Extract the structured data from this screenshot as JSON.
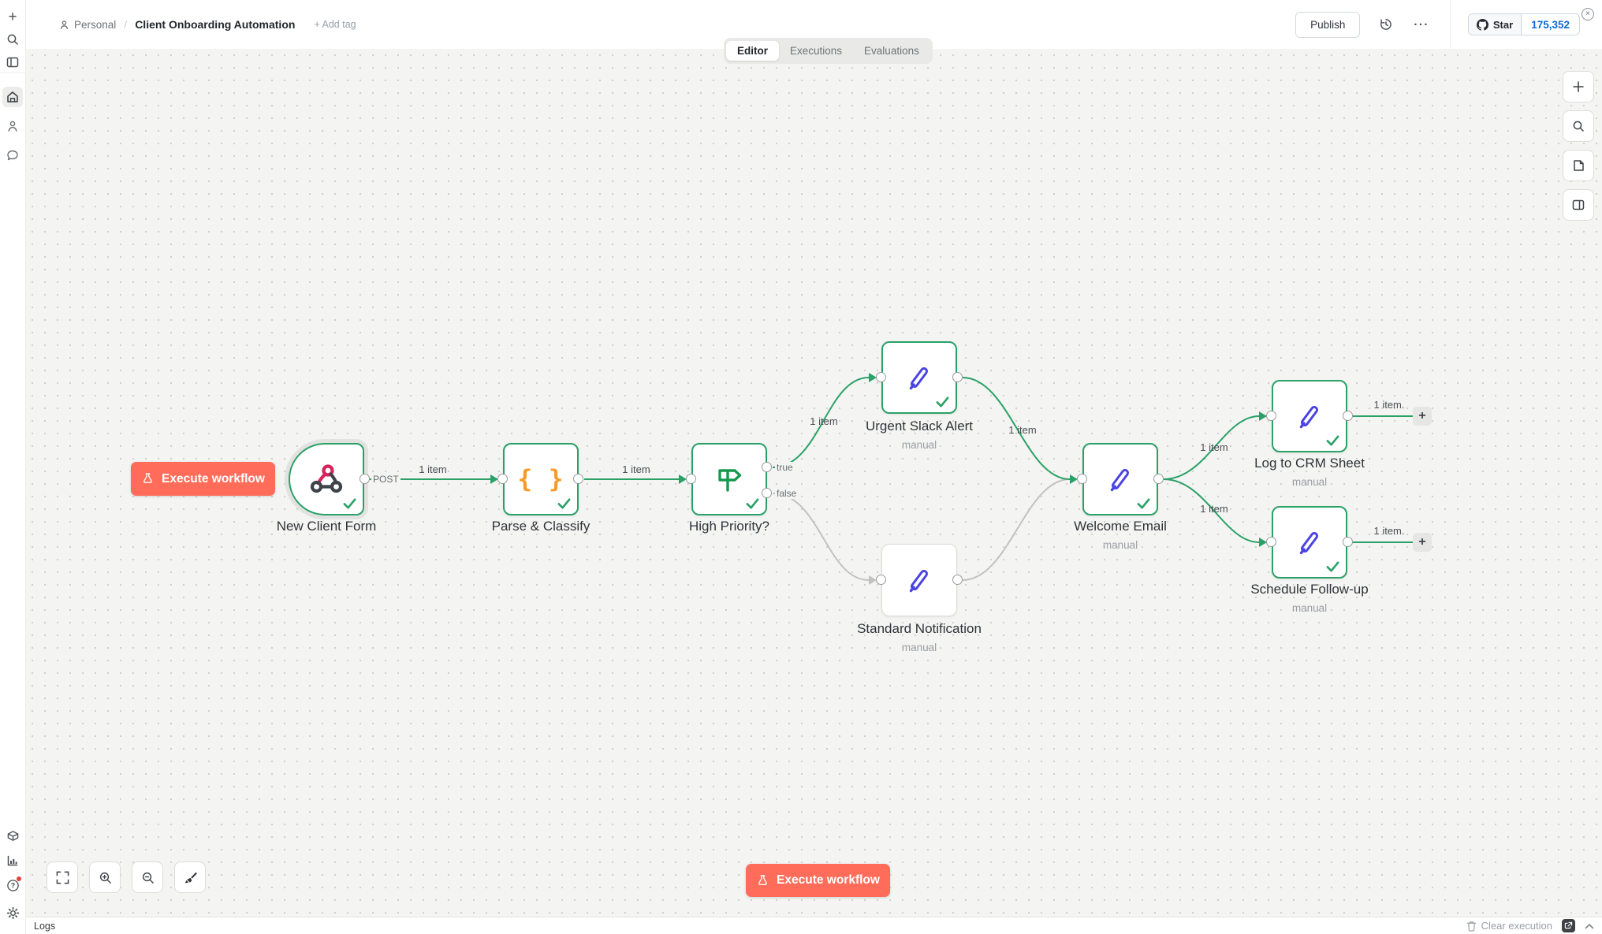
{
  "colors": {
    "accent": "#ff6d5a",
    "success": "#2ba168",
    "github_count_blue": "#0969da",
    "idle_edge_gray": "#c2c2c0"
  },
  "icons": {
    "code": "{ }",
    "more": "···",
    "help": "?",
    "plus": "+",
    "close": "×"
  },
  "header": {
    "breadcrumb": {
      "project": "Personal",
      "separator": "/",
      "title": "Client Onboarding Automation",
      "add_tag": "+ Add tag"
    },
    "publish_label": "Publish",
    "github": {
      "star_label": "Star",
      "star_count": "175,352"
    }
  },
  "tabs": {
    "editor": "Editor",
    "executions": "Executions",
    "evaluations": "Evaluations"
  },
  "canvas": {
    "execute_button_label": "Execute workflow",
    "nodes": [
      {
        "name": "New Client Form",
        "type": "webhook-trigger",
        "badge": "POST",
        "status": "success"
      },
      {
        "name": "Parse & Classify",
        "type": "code",
        "status": "success"
      },
      {
        "name": "High Priority?",
        "type": "if",
        "status": "success",
        "outputs": {
          "true": "true",
          "false": "false"
        }
      },
      {
        "name": "Urgent Slack Alert",
        "subtitle": "manual",
        "type": "edit",
        "status": "success"
      },
      {
        "name": "Standard Notification",
        "subtitle": "manual",
        "type": "edit",
        "status": "idle"
      },
      {
        "name": "Welcome Email",
        "subtitle": "manual",
        "type": "edit",
        "status": "success"
      },
      {
        "name": "Log to CRM Sheet",
        "subtitle": "manual",
        "type": "edit",
        "status": "success"
      },
      {
        "name": "Schedule Follow-up",
        "subtitle": "manual",
        "type": "edit",
        "status": "success"
      }
    ],
    "edge_labels": {
      "ncf_parse": "1 item",
      "parse_high": "1 item",
      "high_urgent": "1 item",
      "urgent_welcome": "1 item",
      "welcome_log": "1 item",
      "welcome_schedule": "1 item",
      "log_end": "1 item.",
      "schedule_end": "1 item."
    }
  },
  "footer": {
    "logs_label": "Logs",
    "clear_execution_label": "Clear execution"
  }
}
